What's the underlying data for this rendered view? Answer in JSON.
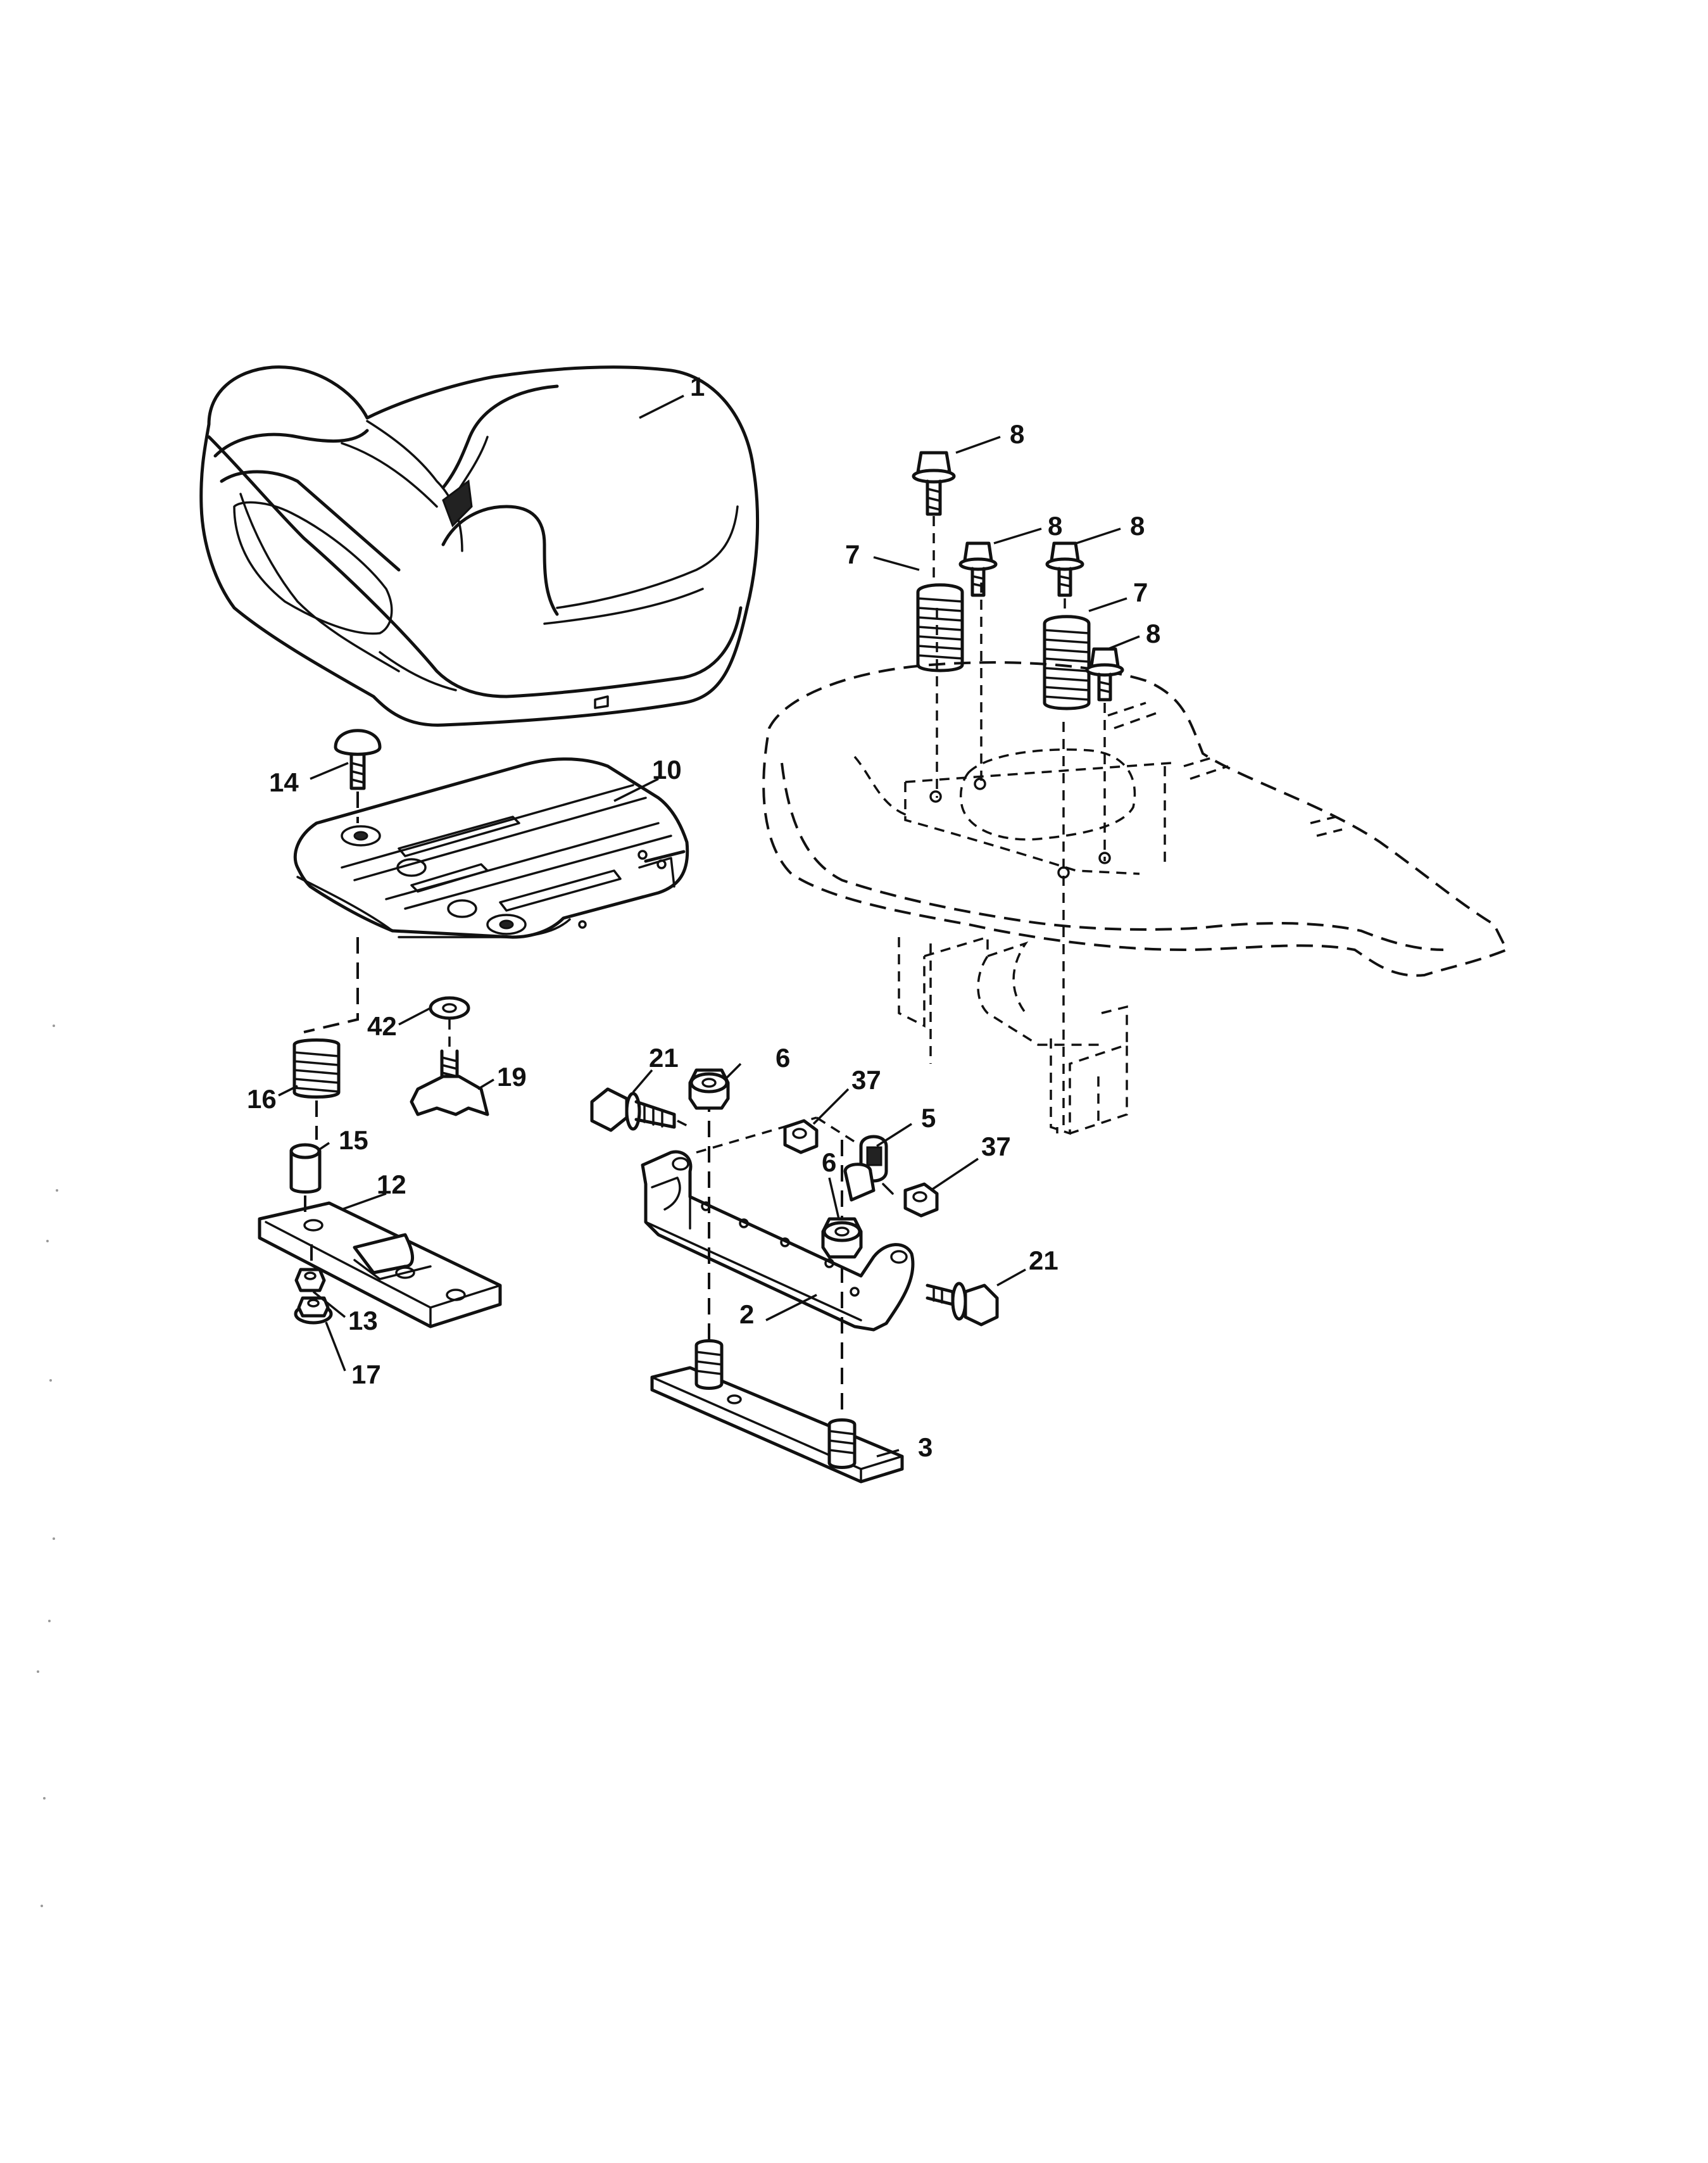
{
  "callouts": [
    {
      "id": "1",
      "label": "1"
    },
    {
      "id": "2",
      "label": "2"
    },
    {
      "id": "3",
      "label": "3"
    },
    {
      "id": "5",
      "label": "5"
    },
    {
      "id": "6a",
      "label": "6"
    },
    {
      "id": "6b",
      "label": "6"
    },
    {
      "id": "7a",
      "label": "7"
    },
    {
      "id": "7b",
      "label": "7"
    },
    {
      "id": "8a",
      "label": "8"
    },
    {
      "id": "8b",
      "label": "8"
    },
    {
      "id": "8c",
      "label": "8"
    },
    {
      "id": "8d",
      "label": "8"
    },
    {
      "id": "10",
      "label": "10"
    },
    {
      "id": "12",
      "label": "12"
    },
    {
      "id": "13",
      "label": "13"
    },
    {
      "id": "14",
      "label": "14"
    },
    {
      "id": "15",
      "label": "15"
    },
    {
      "id": "16",
      "label": "16"
    },
    {
      "id": "17",
      "label": "17"
    },
    {
      "id": "19",
      "label": "19"
    },
    {
      "id": "21a",
      "label": "21"
    },
    {
      "id": "21b",
      "label": "21"
    },
    {
      "id": "37a",
      "label": "37"
    },
    {
      "id": "37b",
      "label": "37"
    },
    {
      "id": "42",
      "label": "42"
    }
  ]
}
